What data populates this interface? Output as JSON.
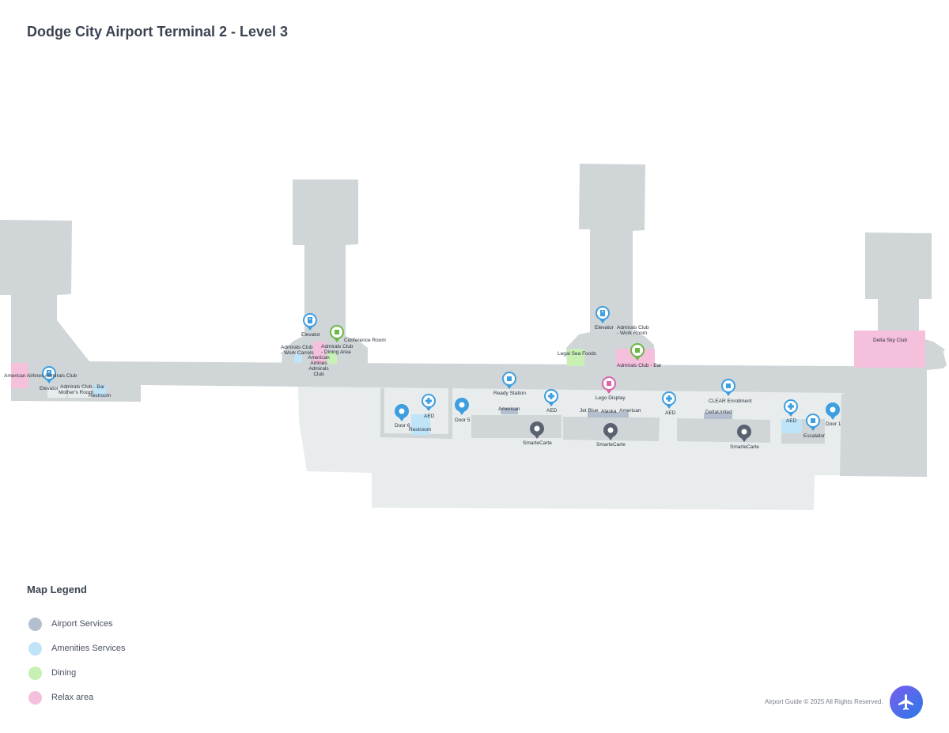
{
  "title": "Dodge City Airport Terminal 2 - Level 3",
  "labels": {
    "american_airlines_admirals_club": "American Airlines Admirals Club",
    "elevator_left": "Elevator",
    "admirals_club_bar_left": "Admirals Club - Bar",
    "mothers_room": "Mother's Room",
    "restroom_left": "Restroom",
    "elevator_b": "Elevator",
    "conference_room": "Conference Room",
    "admirals_club_work_carrels": "Admirals Club - Work Carrels",
    "admirals_club_dining_area": "Admirals Club - Dining Area",
    "american_airlines_admirals_club_b": "American Airlines Admirals Club",
    "elevator_c": "Elevator",
    "admirals_club_work_room": "Admirals Club - Work Room",
    "legal_sea_foods": "Legal Sea Foods",
    "admirals_club_bar_c": "Admirals Club - Bar",
    "delta_sky_club": "Delta Sky Club",
    "ready_station": "Ready Station",
    "lego_display": "Lego Display",
    "clear_enrollment": "CLEAR Enrollment",
    "door_6": "Door 6",
    "aed_1": "AED",
    "restroom": "Restroom",
    "door_5": "Door 5",
    "american": "American",
    "aed_2": "AED",
    "jet_blue": "Jet Blue",
    "alaska": "Alaska",
    "american_2": "American",
    "aed_3": "AED",
    "delta": "Delta",
    "united": "United",
    "aed_4": "AED",
    "escalator": "Escalator",
    "door_1": "Door 1",
    "smartecarte_1": "SmarteCarte",
    "smartecarte_2": "SmarteCarte",
    "smartecarte_3": "SmarteCarte"
  },
  "legend": {
    "title": "Map Legend",
    "items": [
      {
        "label": "Airport Services",
        "color": "#b3bfcf"
      },
      {
        "label": "Amenities Services",
        "color": "#bfe3f7"
      },
      {
        "label": "Dining",
        "color": "#c8f0b4"
      },
      {
        "label": "Relax area",
        "color": "#f4c0dc"
      }
    ]
  },
  "colors": {
    "walkway": "#d0d5d7",
    "floor": "#e8eced",
    "pin_blue": "#3d9ee0",
    "pin_dark": "#5a6270",
    "pin_green": "#6ab845",
    "pin_pink": "#d766ab"
  },
  "copyright": "Airport Guide © 2025 All Rights Reserved."
}
